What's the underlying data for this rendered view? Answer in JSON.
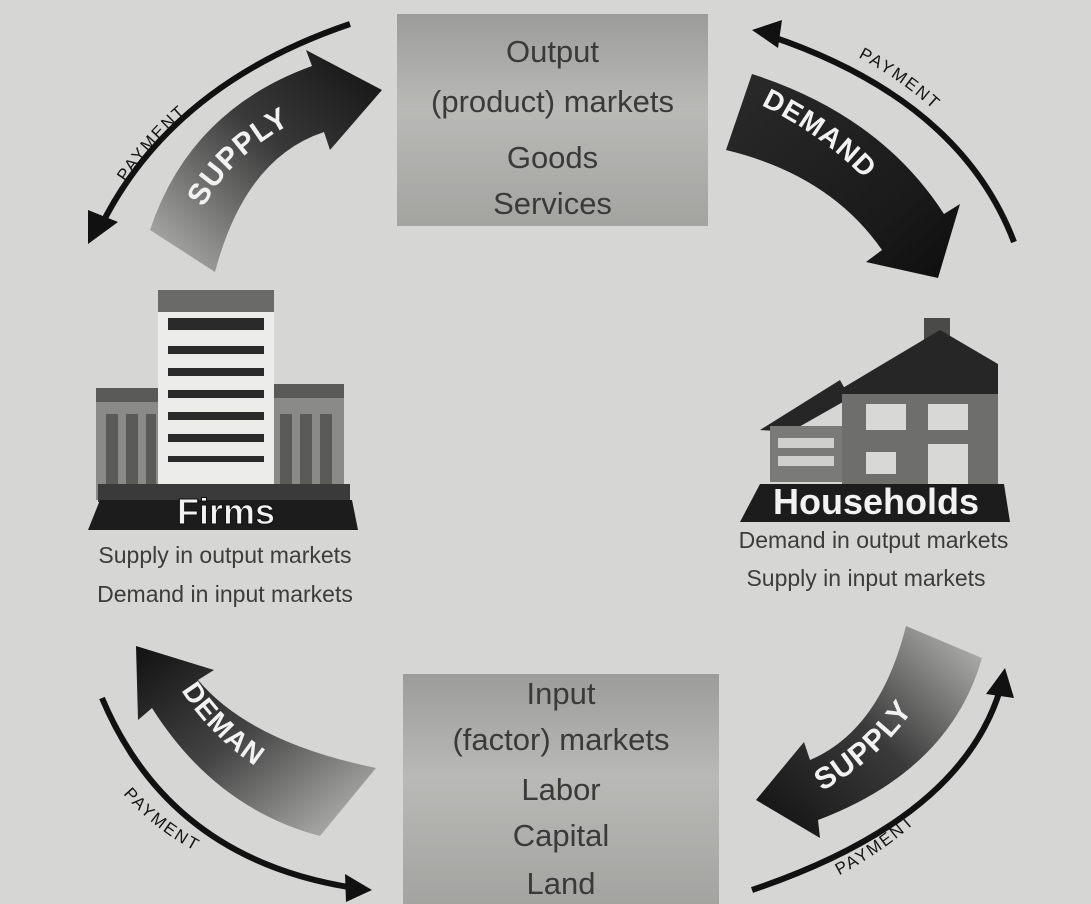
{
  "output_market": {
    "title_line1": "Output",
    "title_line2": "(product) markets",
    "item1": "Goods",
    "item2": "Services"
  },
  "input_market": {
    "title_line1": "Input",
    "title_line2": "(factor) markets",
    "item1": "Labor",
    "item2": "Capital",
    "item3": "Land"
  },
  "firms": {
    "label": "Firms",
    "caption_line1": "Supply in output markets",
    "caption_line2": "Demand in input markets"
  },
  "households": {
    "label": "Households",
    "caption_line1": "Demand in output markets",
    "caption_line2": "Supply in input markets"
  },
  "flows": {
    "top_left_arrow": "SUPPLY",
    "top_right_arrow": "DEMAND",
    "bottom_left_arrow": "DEMAN",
    "bottom_right_arrow": "SUPPLY",
    "payment": "PAYMENT"
  },
  "colors": {
    "background": "#d6d6d4",
    "arrow_dark": "#1a1a1a",
    "box_gray": "#a8a8a5"
  },
  "icons": [
    "firms-building-icon",
    "households-house-icon"
  ]
}
